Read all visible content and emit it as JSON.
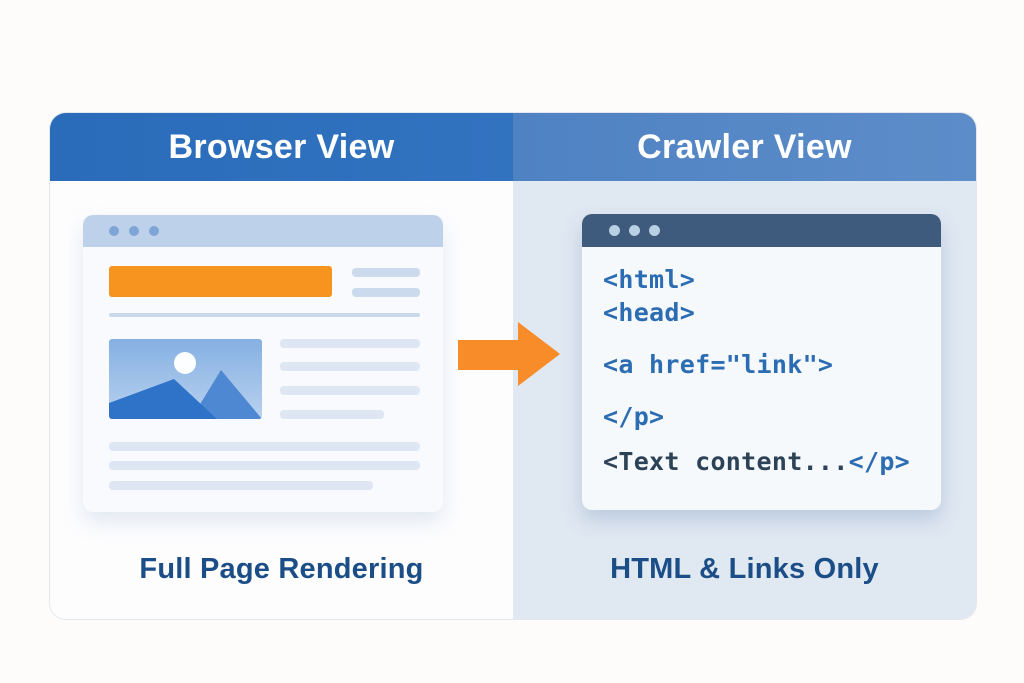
{
  "panels": {
    "left": {
      "title": "Browser View",
      "caption": "Full Page Rendering"
    },
    "right": {
      "title": "Crawler View",
      "caption": "HTML & Links Only"
    }
  },
  "code_window": {
    "lines": [
      "<html>",
      "<head>",
      "<a href=\"link\">",
      "</p>"
    ],
    "last_line": {
      "content": "<Text content...",
      "closing_tag": "</p>"
    }
  },
  "icons": {
    "browser_window_controls": "window-dots-icon",
    "code_window_controls": "window-dots-icon",
    "flow_arrow": "arrow-right-icon",
    "image_placeholder": "mountains-sun-image-icon"
  },
  "colors": {
    "header_left_blue": "#2d6fbc",
    "header_right_blue": "#5788c5",
    "accent_orange": "#f78c28",
    "banner_orange": "#f7941f",
    "caption_text": "#1b4d87",
    "code_tag_blue": "#2b6cb3",
    "code_text_dark": "#2c4257",
    "crawler_titlebar": "#3e5a7c",
    "browser_titlebar": "#bdd2ea",
    "right_panel_bg": "#e0e8f2"
  }
}
